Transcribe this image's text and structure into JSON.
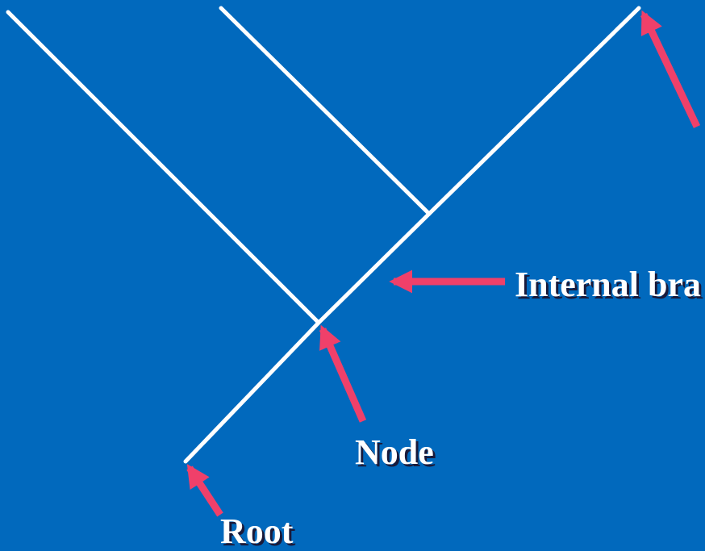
{
  "labels": {
    "internal_branch": "Internal bra",
    "node": "Node",
    "root": "Root"
  },
  "colors": {
    "background": "#0169BD",
    "branch": "#FFFFFF",
    "arrow": "#F0406A",
    "text": "#FFFFFF"
  }
}
